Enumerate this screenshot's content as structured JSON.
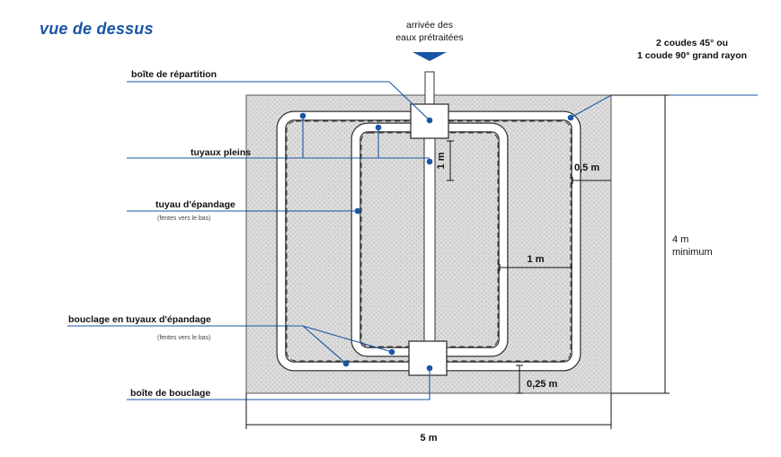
{
  "title": "vue de dessus",
  "inlet": {
    "line1": "arrivée des",
    "line2": "eaux prétraitées"
  },
  "elbows": {
    "line1": "2 coudes 45° ou",
    "line2": "1 coude 90° grand rayon"
  },
  "labels": {
    "distribution_box": "boîte de répartition",
    "solid_pipes": "tuyaux pleins",
    "spreading_pipe": "tuyau d'épandage",
    "spreading_pipe_note": "(fentes vers le bas)",
    "loop": "bouclage en tuyaux d'épandage",
    "loop_note": "(fentes vers le bas)",
    "loop_box": "boîte de bouclage"
  },
  "dimensions": {
    "d_1m_vertical": "1 m",
    "d_05m": "0,5 m",
    "d_1m_horizontal": "1 m",
    "d_025m": "0,25 m",
    "d_4m": "4 m",
    "d_4m_sub": "minimum",
    "d_5m": "5 m"
  },
  "colors": {
    "accent": "#1a55a6",
    "sand": "#d9d9d9",
    "line": "#111111"
  }
}
